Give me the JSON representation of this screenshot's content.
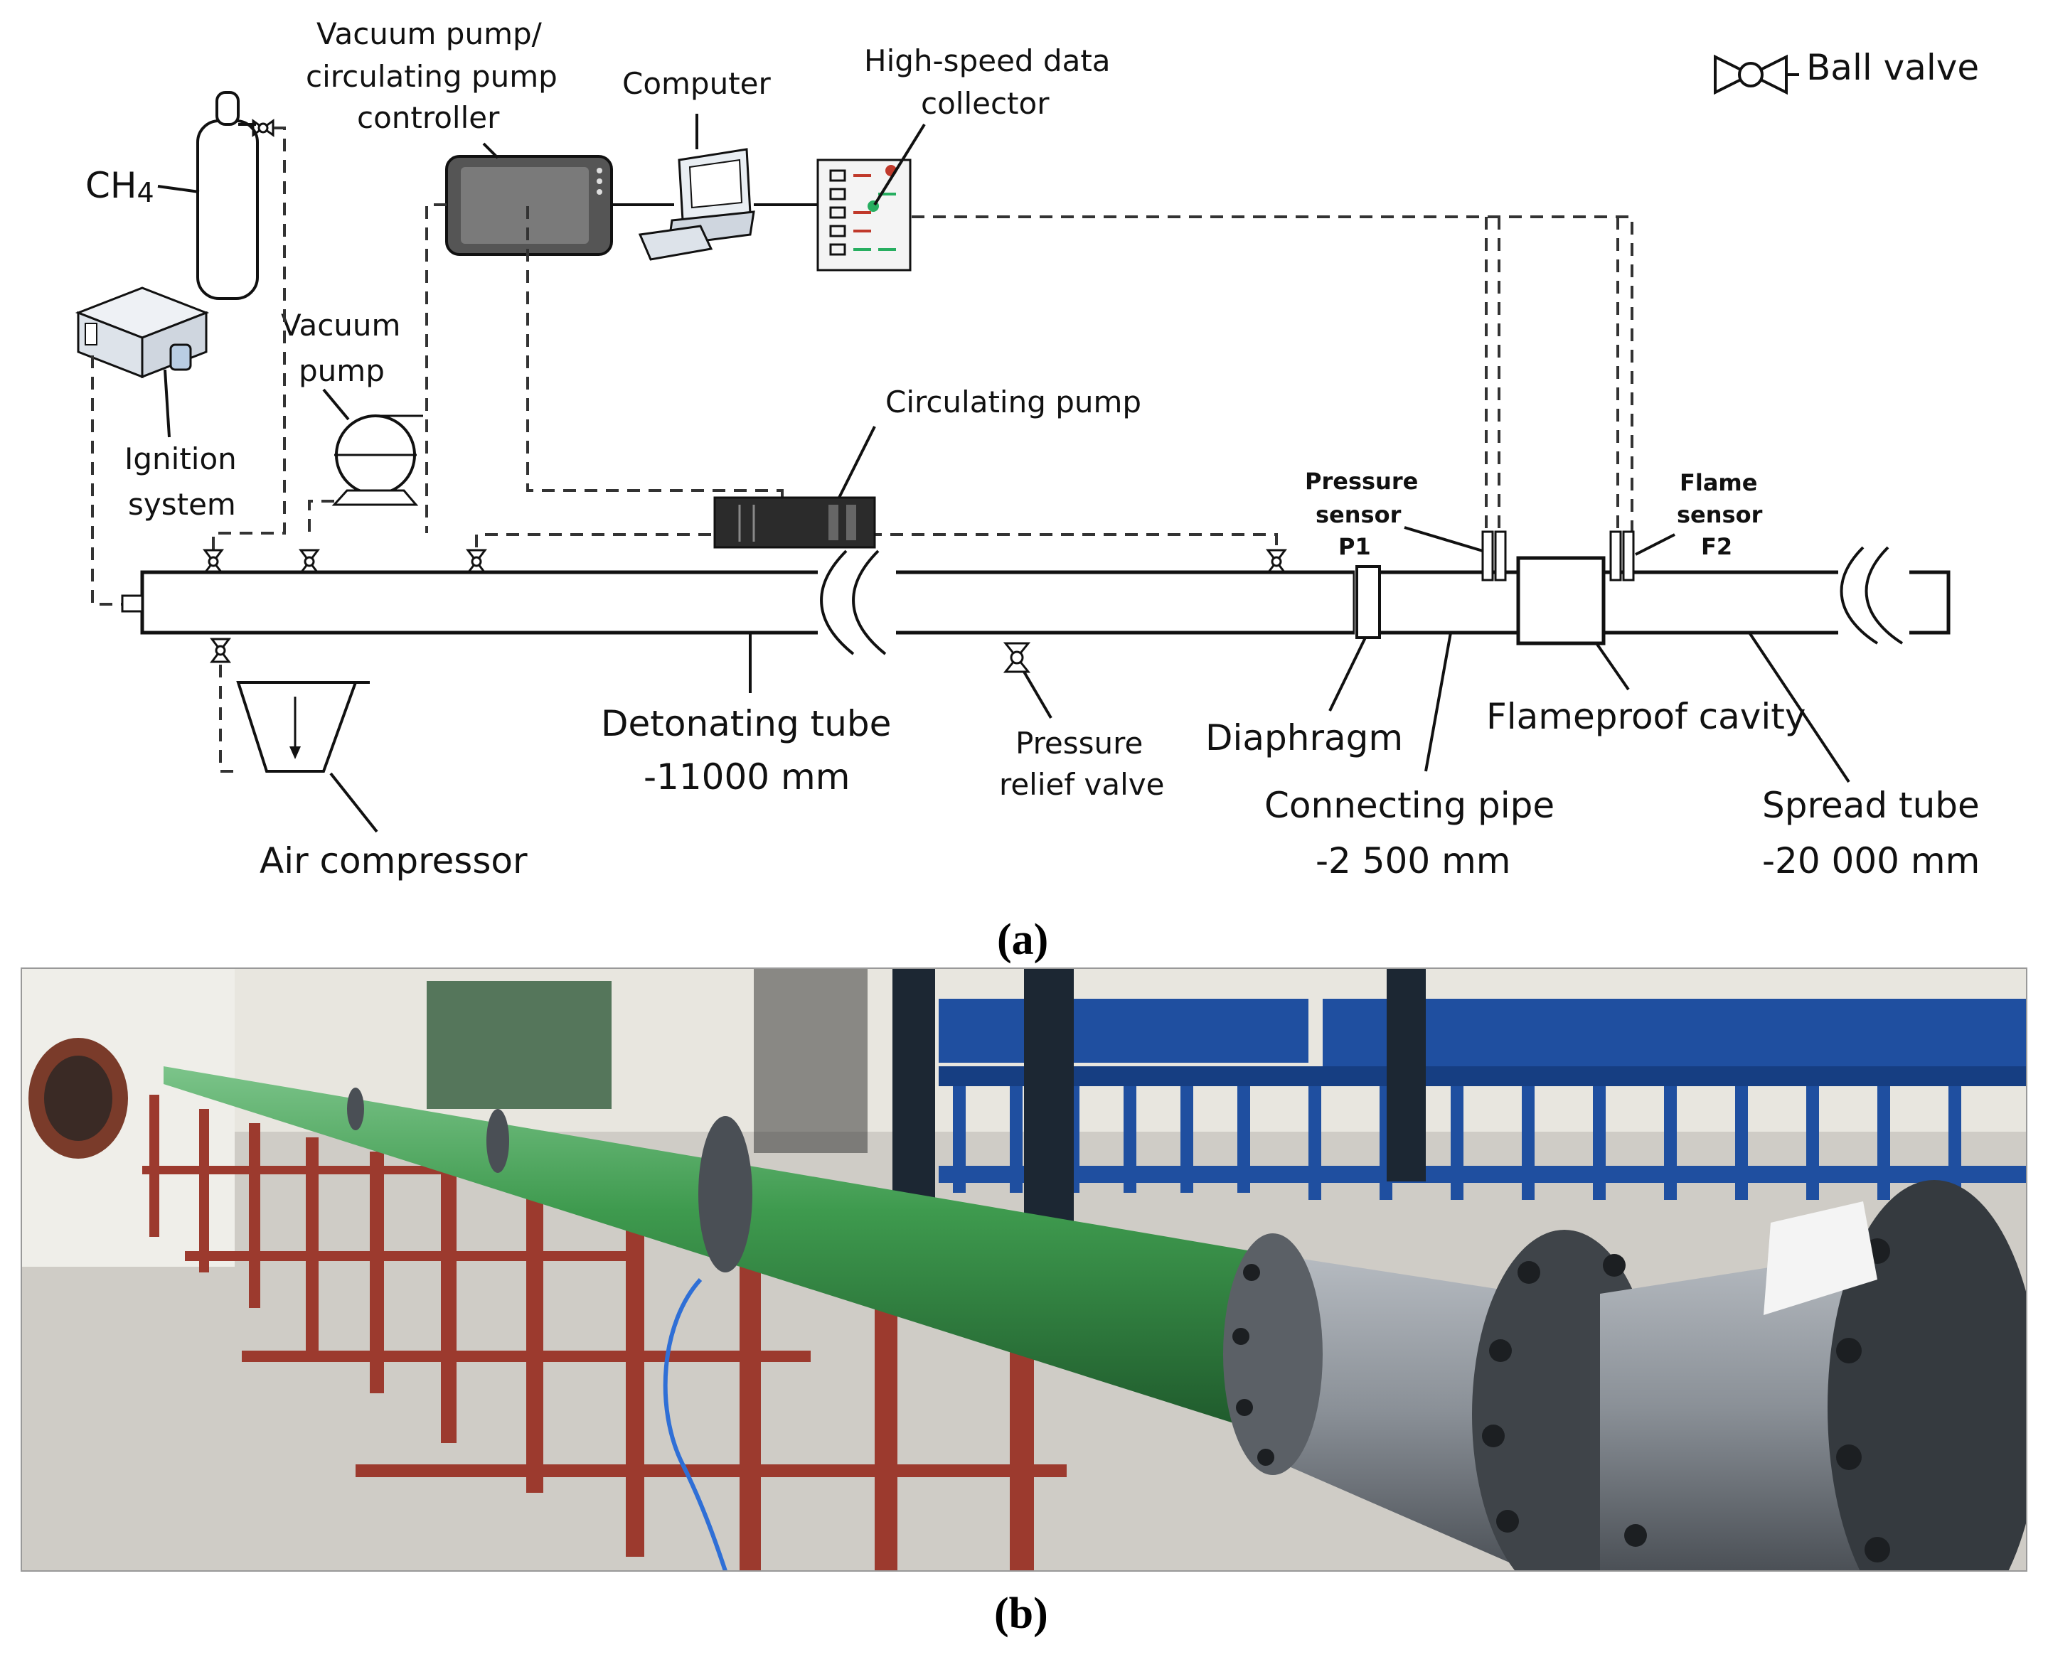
{
  "legend": {
    "ball_valve": "Ball valve"
  },
  "labels": {
    "ch4": "CH",
    "ch4_sub": "4",
    "vac_ctrl_1": "Vacuum pump/",
    "vac_ctrl_2": "circulating pump",
    "vac_ctrl_3": "controller",
    "computer": "Computer",
    "hsdc_1": "High-speed data",
    "hsdc_2": "collector",
    "vacuum_pump_1": "Vacuum",
    "vacuum_pump_2": "pump",
    "ignition_1": "Ignition",
    "ignition_2": "system",
    "circulating_pump": "Circulating pump",
    "pressure_sensor_1": "Pressure",
    "pressure_sensor_2": "sensor",
    "pressure_sensor_3": "P1",
    "flame_sensor_1": "Flame",
    "flame_sensor_2": "sensor",
    "flame_sensor_3": "F2",
    "detonating_tube_1": "Detonating tube",
    "detonating_tube_2": "-11000 mm",
    "relief_valve_1": "Pressure",
    "relief_valve_2": "relief valve",
    "diaphragm": "Diaphragm",
    "flameproof_cavity": "Flameproof cavity",
    "connecting_pipe_1": "Connecting pipe",
    "connecting_pipe_2": "-2 500 mm",
    "spread_tube_1": "Spread tube",
    "spread_tube_2": "-20 000 mm",
    "air_compressor": "Air compressor"
  },
  "captions": {
    "a": "(a)",
    "b": "(b)"
  },
  "photo": {
    "colors": {
      "pipe_green": "#3e9a4e",
      "stand_red": "#9c3a2e",
      "frame_blue": "#1f4fa0",
      "flange_gray": "#6e7378",
      "floor": "#cfccc6",
      "wall": "#e8e6df"
    }
  }
}
